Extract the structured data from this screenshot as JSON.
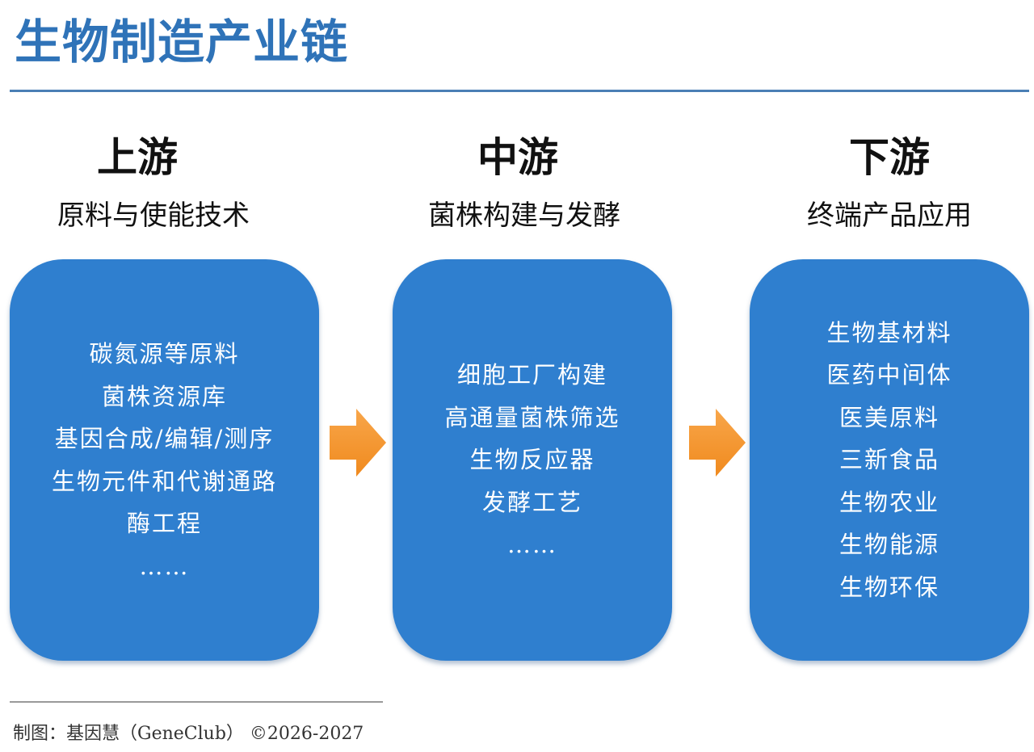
{
  "title": "生物制造产业链",
  "columns": [
    {
      "heading": "上游",
      "subheading": "原料与使能技术",
      "items": [
        "碳氮源等原料",
        "菌株资源库",
        "基因合成/编辑/测序",
        "生物元件和代谢通路",
        "酶工程",
        "……"
      ]
    },
    {
      "heading": "中游",
      "subheading": "菌株构建与发酵",
      "items": [
        "细胞工厂构建",
        "高通量菌株筛选",
        "生物反应器",
        "发酵工艺",
        "……"
      ]
    },
    {
      "heading": "下游",
      "subheading": "终端产品应用",
      "items": [
        "生物基材料",
        "医药中间体",
        "医美原料",
        "三新食品",
        "生物农业",
        "生物能源",
        "生物环保"
      ]
    }
  ],
  "footer": "制图：基因慧（GeneClub） ©2026-2027",
  "colors": {
    "title": "#2f73b8",
    "box": "#2f7fcf",
    "arrow": "#f5922a"
  }
}
